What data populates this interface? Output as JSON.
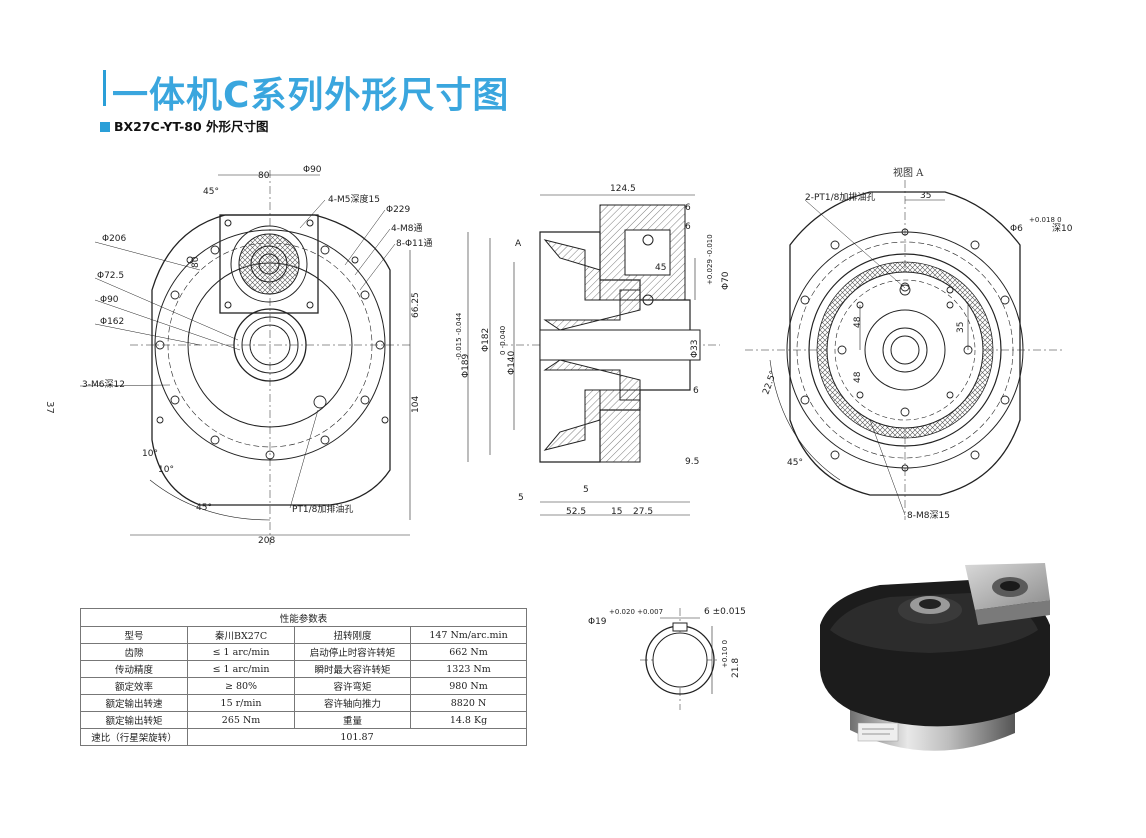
{
  "page": {
    "title": "一体机C系列外形尺寸图",
    "subtitle": "BX27C-YT-80  外形尺寸图",
    "page_number": "37",
    "accent_color": "#3aa6de"
  },
  "drawing": {
    "view_label": "视图 A",
    "section_marker": "A",
    "front_view": {
      "dims": [
        "80",
        "Φ90",
        "45°",
        "4-M5深度15",
        "Φ229",
        "4-M8通",
        "8-Φ11通",
        "Φ206",
        "Φ72.5",
        "Φ90",
        "Φ162",
        "3-M6深12",
        "80",
        "66.25",
        "104",
        "10°",
        "10°",
        "45°",
        "208",
        "PT1/8加排油孔"
      ]
    },
    "side_view": {
      "dims": [
        "124.5",
        "6",
        "6",
        "45",
        "+0.029 -0.010",
        "Φ70",
        "-0.015 -0.044",
        "Φ189",
        "Φ182",
        "0 -0.040",
        "Φ140",
        "Φ33",
        "6",
        "9.5",
        "5",
        "5",
        "52.5",
        "15",
        "27.5"
      ]
    },
    "rear_view": {
      "dims": [
        "2-PT1/8加排油孔",
        "35",
        "+0.018 0",
        "Φ6",
        "深10",
        "35",
        "48",
        "48",
        "22.5°",
        "45°",
        "8-M8深15"
      ]
    },
    "shaft_section": {
      "dims": [
        "+0.020 +0.007",
        "Φ19",
        "6 ±0.015",
        "+0.10 0",
        "21.8"
      ]
    }
  },
  "spec_table": {
    "caption": "性能参数表",
    "rows": [
      [
        "型号",
        "秦川BX27C",
        "扭转刚度",
        "147 Nm/arc.min"
      ],
      [
        "齿隙",
        "≤ 1 arc/min",
        "启动停止时容许转矩",
        "662 Nm"
      ],
      [
        "传动精度",
        "≤ 1 arc/min",
        "瞬时最大容许转矩",
        "1323 Nm"
      ],
      [
        "额定效率",
        "≥ 80%",
        "容许弯矩",
        "980 Nm"
      ],
      [
        "额定输出转速",
        "15 r/min",
        "容许轴向推力",
        "8820 N"
      ],
      [
        "额定输出转矩",
        "265 Nm",
        "重量",
        "14.8 Kg"
      ]
    ],
    "ratio_label": "速比（行星架旋转）",
    "ratio_value": "101.87"
  }
}
